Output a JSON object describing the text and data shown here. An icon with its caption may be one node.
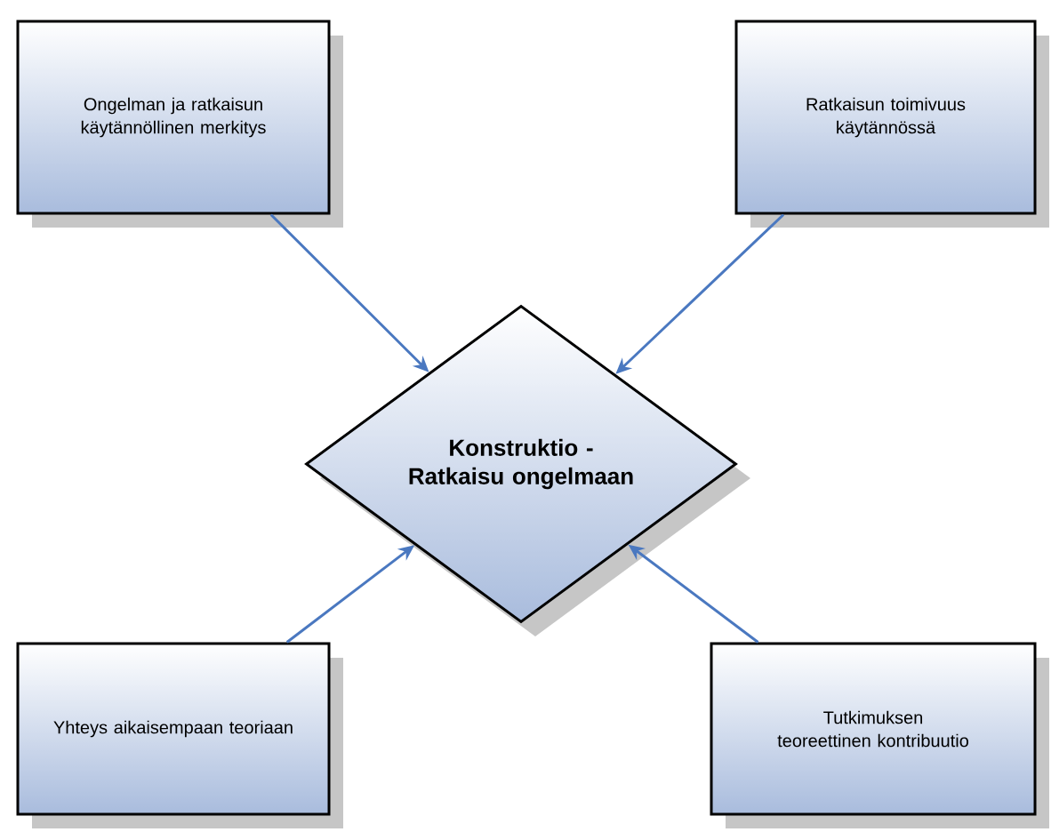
{
  "diagram": {
    "nodes": [
      {
        "text": [
          "Ongelman ja ratkaisun käytännöllinen merkitys"
        ]
      },
      {
        "text": [
          "Ratkaisun toimivuus käytännössä"
        ]
      },
      {
        "text": [
          "Konstruktio - Ratkaisu ongelmaan"
        ]
      },
      {
        "text": [
          "Yhteys aikaisempaan teoriaan"
        ]
      },
      {
        "text": [
          "Tutkimuksen teoreettinen kontribuutio"
        ]
      }
    ],
    "edges": [
      {
        "from": 0,
        "to": 2,
        "arrow": "to"
      },
      {
        "from": 1,
        "to": 2,
        "arrow": "to"
      },
      {
        "from": 3,
        "to": 2,
        "arrow": "to"
      },
      {
        "from": 4,
        "to": 2,
        "arrow": "to"
      }
    ]
  }
}
